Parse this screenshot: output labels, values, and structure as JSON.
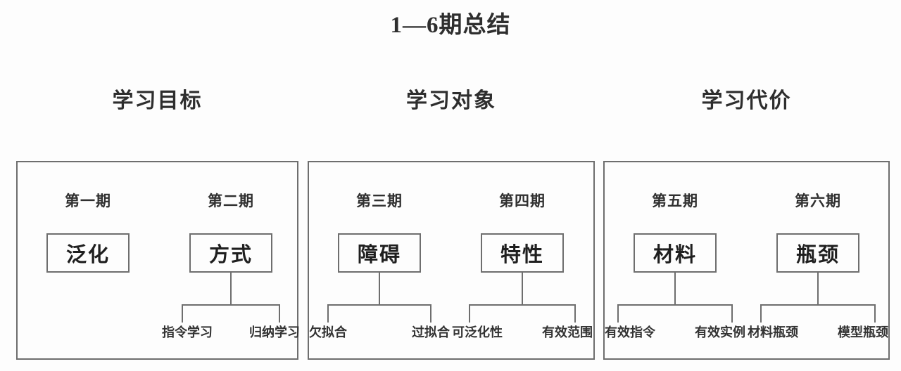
{
  "title": "1—6期总结",
  "sections": [
    {
      "heading": "学习目标",
      "groups": [
        {
          "stage": "第一期",
          "node": "泛化",
          "leaves": []
        },
        {
          "stage": "第二期",
          "node": "方式",
          "leaves": [
            "指令学习",
            "归纳学习"
          ]
        }
      ]
    },
    {
      "heading": "学习对象",
      "groups": [
        {
          "stage": "第三期",
          "node": "障碍",
          "leaves": [
            "欠拟合",
            "过拟合"
          ]
        },
        {
          "stage": "第四期",
          "node": "特性",
          "leaves": [
            "可泛化性",
            "有效范围"
          ]
        }
      ]
    },
    {
      "heading": "学习代价",
      "groups": [
        {
          "stage": "第五期",
          "node": "材料",
          "leaves": [
            "有效指令",
            "有效实例"
          ]
        },
        {
          "stage": "第六期",
          "node": "瓶颈",
          "leaves": [
            "材料瓶颈",
            "模型瓶颈"
          ]
        }
      ]
    }
  ],
  "colors": {
    "background": "#fdfdfd",
    "border": "#6e6e6e",
    "text": "#2b2b2b"
  }
}
